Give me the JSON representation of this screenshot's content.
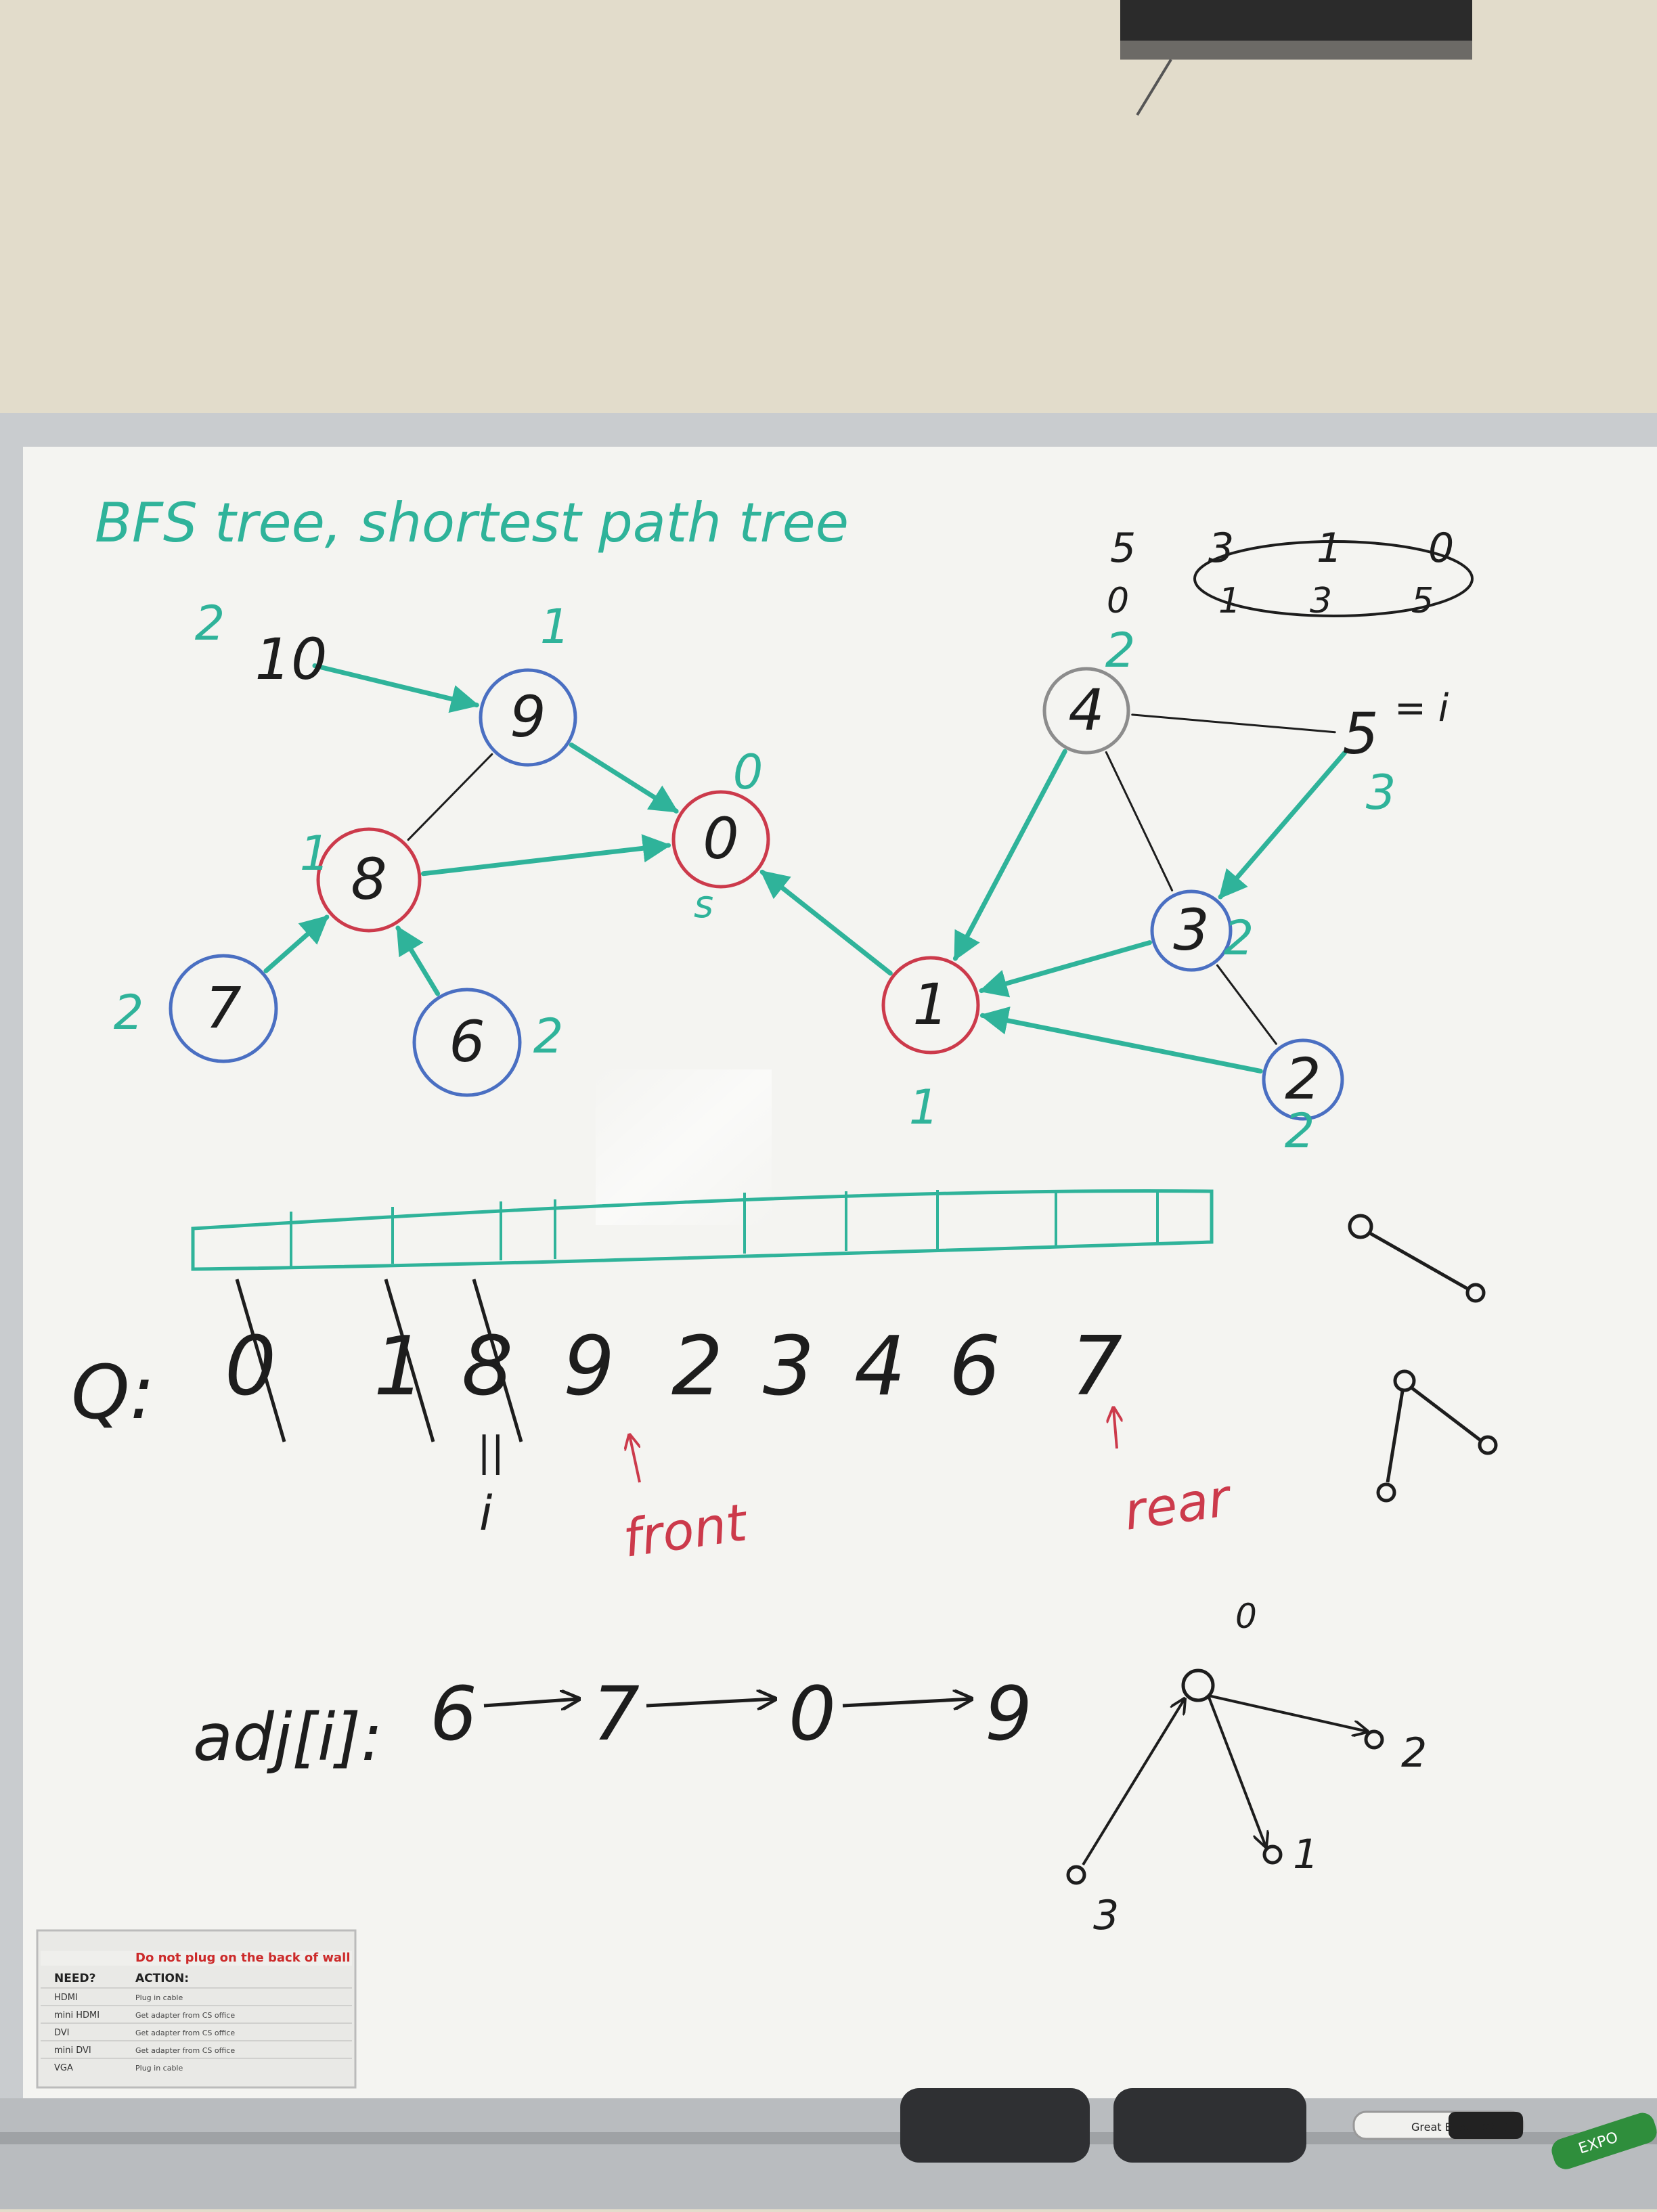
{
  "title": "BFS tree, shortest path tree",
  "colors": {
    "wall": "#e2dccb",
    "board": "#f4f4f1",
    "frame": "#c9cccf",
    "green": "#2fb39a",
    "black": "#1d1d1d",
    "blue": "#4a6fc2",
    "red": "#cc3a4b"
  },
  "graph": {
    "nodes": [
      {
        "id": "10",
        "label": "10",
        "dist": "2"
      },
      {
        "id": "9",
        "label": "9",
        "dist": "1"
      },
      {
        "id": "0",
        "label": "0",
        "dist": "0",
        "note": "s"
      },
      {
        "id": "8",
        "label": "8",
        "dist": "1"
      },
      {
        "id": "7",
        "label": "7",
        "dist": "2"
      },
      {
        "id": "6",
        "label": "6",
        "dist": "2"
      },
      {
        "id": "4",
        "label": "4",
        "dist": "2"
      },
      {
        "id": "5",
        "label": "5",
        "dist": "3",
        "note": "= i"
      },
      {
        "id": "3",
        "label": "3",
        "dist": "2"
      },
      {
        "id": "1",
        "label": "1",
        "dist": "1"
      },
      {
        "id": "2",
        "label": "2",
        "dist": "2"
      }
    ],
    "tree_edges": [
      [
        "10",
        "9"
      ],
      [
        "9",
        "0"
      ],
      [
        "8",
        "0"
      ],
      [
        "7",
        "8"
      ],
      [
        "6",
        "8"
      ],
      [
        "1",
        "0"
      ],
      [
        "4",
        "1"
      ],
      [
        "3",
        "1"
      ],
      [
        "2",
        "1"
      ],
      [
        "5",
        "3"
      ]
    ],
    "plain_edges": [
      [
        "9",
        "8"
      ],
      [
        "4",
        "5"
      ],
      [
        "4",
        "3"
      ],
      [
        "3",
        "2"
      ]
    ]
  },
  "path_array": {
    "top": [
      "5",
      "3",
      "1",
      "0"
    ],
    "bottom": [
      "0",
      "1",
      "3",
      "5"
    ]
  },
  "queue": {
    "label": "Q:",
    "items": [
      "0",
      "1",
      "8",
      "9",
      "2",
      "3",
      "4",
      "6",
      "7"
    ],
    "crossed": [
      true,
      true,
      true,
      false,
      false,
      false,
      false,
      false,
      false
    ],
    "mark_under": "||",
    "i_label": "i",
    "front_label": "front",
    "rear_label": "rear"
  },
  "adjacency": {
    "label": "adj[i]:",
    "items": [
      "6",
      "7",
      "0",
      "9"
    ]
  },
  "star": {
    "center": "0",
    "leaves": [
      "1",
      "2",
      "3"
    ]
  },
  "sign": {
    "heading": "Do not plug on the back of wall",
    "need_header": "NEED?",
    "action_header": "ACTION:",
    "rows": [
      [
        "HDMI",
        "Plug in cable"
      ],
      [
        "mini HDMI",
        "Get adapter from CS office"
      ],
      [
        "DVI",
        "Get adapter from CS office"
      ],
      [
        "mini DVI",
        "Get adapter from CS office"
      ],
      [
        "VGA",
        "Plug in cable"
      ]
    ]
  },
  "marker_label": "Great Erase BOLD",
  "marker2_label": "EXPO"
}
